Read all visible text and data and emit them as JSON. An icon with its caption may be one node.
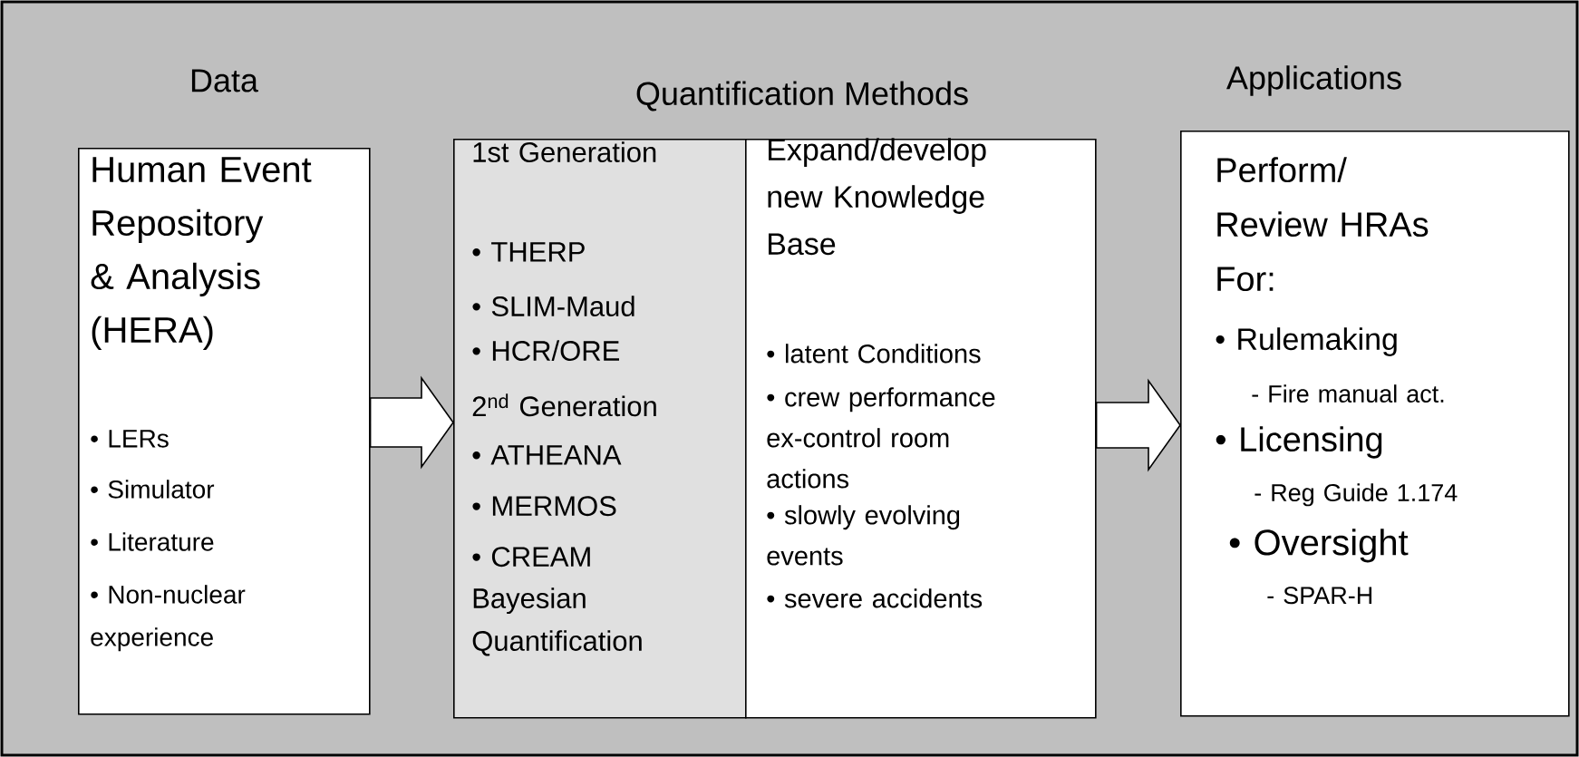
{
  "diagram": {
    "nodes": [
      {
        "text": [
          "Human Event Repository & Analysis (HERA)",
          "• LERs",
          "• Simulator",
          "• Literature",
          "• Non-nuclear experience"
        ]
      },
      {
        "text": [
          "1st Generation",
          "• THERP",
          "• SLIM-Maud",
          "• HCR/ORE",
          "2$^{nd}$ Generation",
          "• ATHEANA",
          "• MERMOS",
          "• CREAM",
          "Bayesian Quantification"
        ]
      },
      {
        "text": [
          "Expand/develop new Knowledge Base",
          "• latent Conditions",
          "• crew performance ex-control room actions",
          "• slowly evolving events",
          "• severe accidents"
        ]
      },
      {
        "text": [
          "Perform/ Review HRAs For:",
          "• Rulemaking",
          "- Fire manual act.",
          "• Licensing",
          "- Reg Guide 1.174",
          "• Oversight",
          "- SPAR-H"
        ]
      }
    ],
    "edges": [
      {
        "from": 0,
        "to": 1,
        "arrow": "to"
      },
      {
        "from": 2,
        "to": 3,
        "arrow": "to"
      }
    ],
    "labels": [
      "Data",
      "Quantification Methods",
      "Applications"
    ]
  }
}
